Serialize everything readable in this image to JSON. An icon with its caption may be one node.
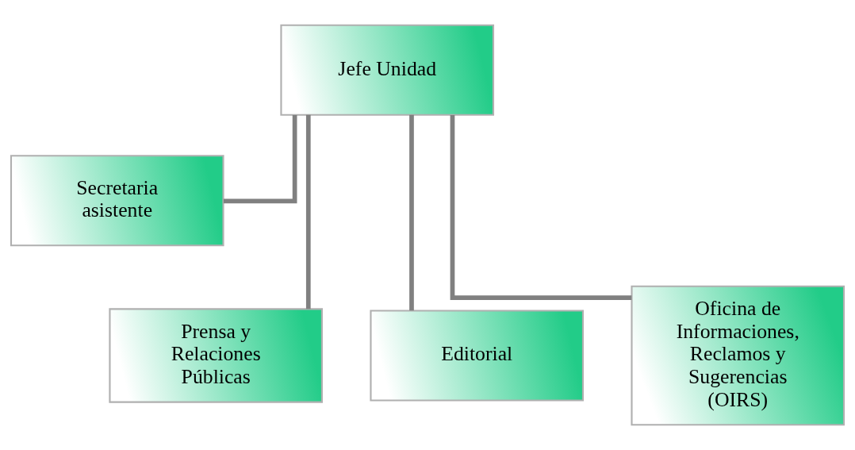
{
  "diagram": {
    "nodes": [
      {
        "text": [
          "Jefe Unidad"
        ]
      },
      {
        "text": [
          "Secretaria asistente"
        ]
      },
      {
        "text": [
          "Prensa y Relaciones Públicas"
        ]
      },
      {
        "text": [
          "Editorial"
        ]
      },
      {
        "text": [
          "Oficina de Informaciones, Reclamos y Sugerencias (OIRS)"
        ]
      }
    ],
    "edges": [
      {
        "from": 0,
        "to": 1,
        "arrow": "none"
      },
      {
        "from": 0,
        "to": 2,
        "arrow": "none"
      },
      {
        "from": 0,
        "to": 3,
        "arrow": "none"
      },
      {
        "from": 0,
        "to": 4,
        "arrow": "none"
      }
    ]
  }
}
